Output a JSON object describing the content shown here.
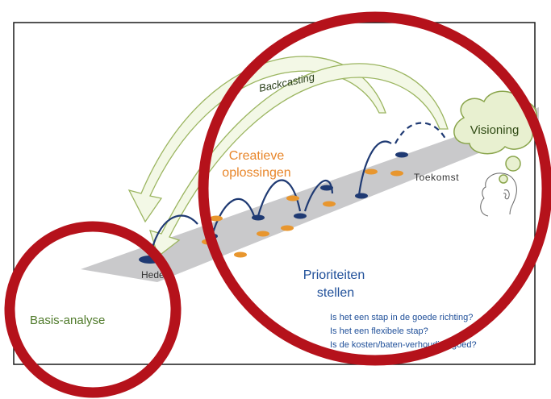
{
  "labels": {
    "backcasting": "Backcasting",
    "visioning": "Visioning",
    "creatieve_line1": "Creatieve",
    "creatieve_line2": "oplossingen",
    "toekomst": "Toekomst",
    "heden": "Heden",
    "prioriteiten_line1": "Prioriteiten",
    "prioriteiten_line2": "stellen",
    "basis_analyse": "Basis-analyse"
  },
  "questions": [
    "Is het een stap in de goede richting?",
    "Is het een flexibele stap?",
    "Is de kosten/baten-verhouding goed?"
  ],
  "colors": {
    "frame": "#1a1a1a",
    "road": "#c9c9cb",
    "navy_dot": "#1f3a73",
    "orange_dot": "#e8962e",
    "green_arrow": "#9bb560",
    "green_arrow_fill": "#f3f8e6",
    "cloud_fill": "#e8f0d0",
    "cloud_stroke": "#8aa54c",
    "orange_text": "#e8862a",
    "blue_text": "#1f4f99",
    "green_text": "#4f7a2a",
    "red_ring": "#b5121b"
  }
}
